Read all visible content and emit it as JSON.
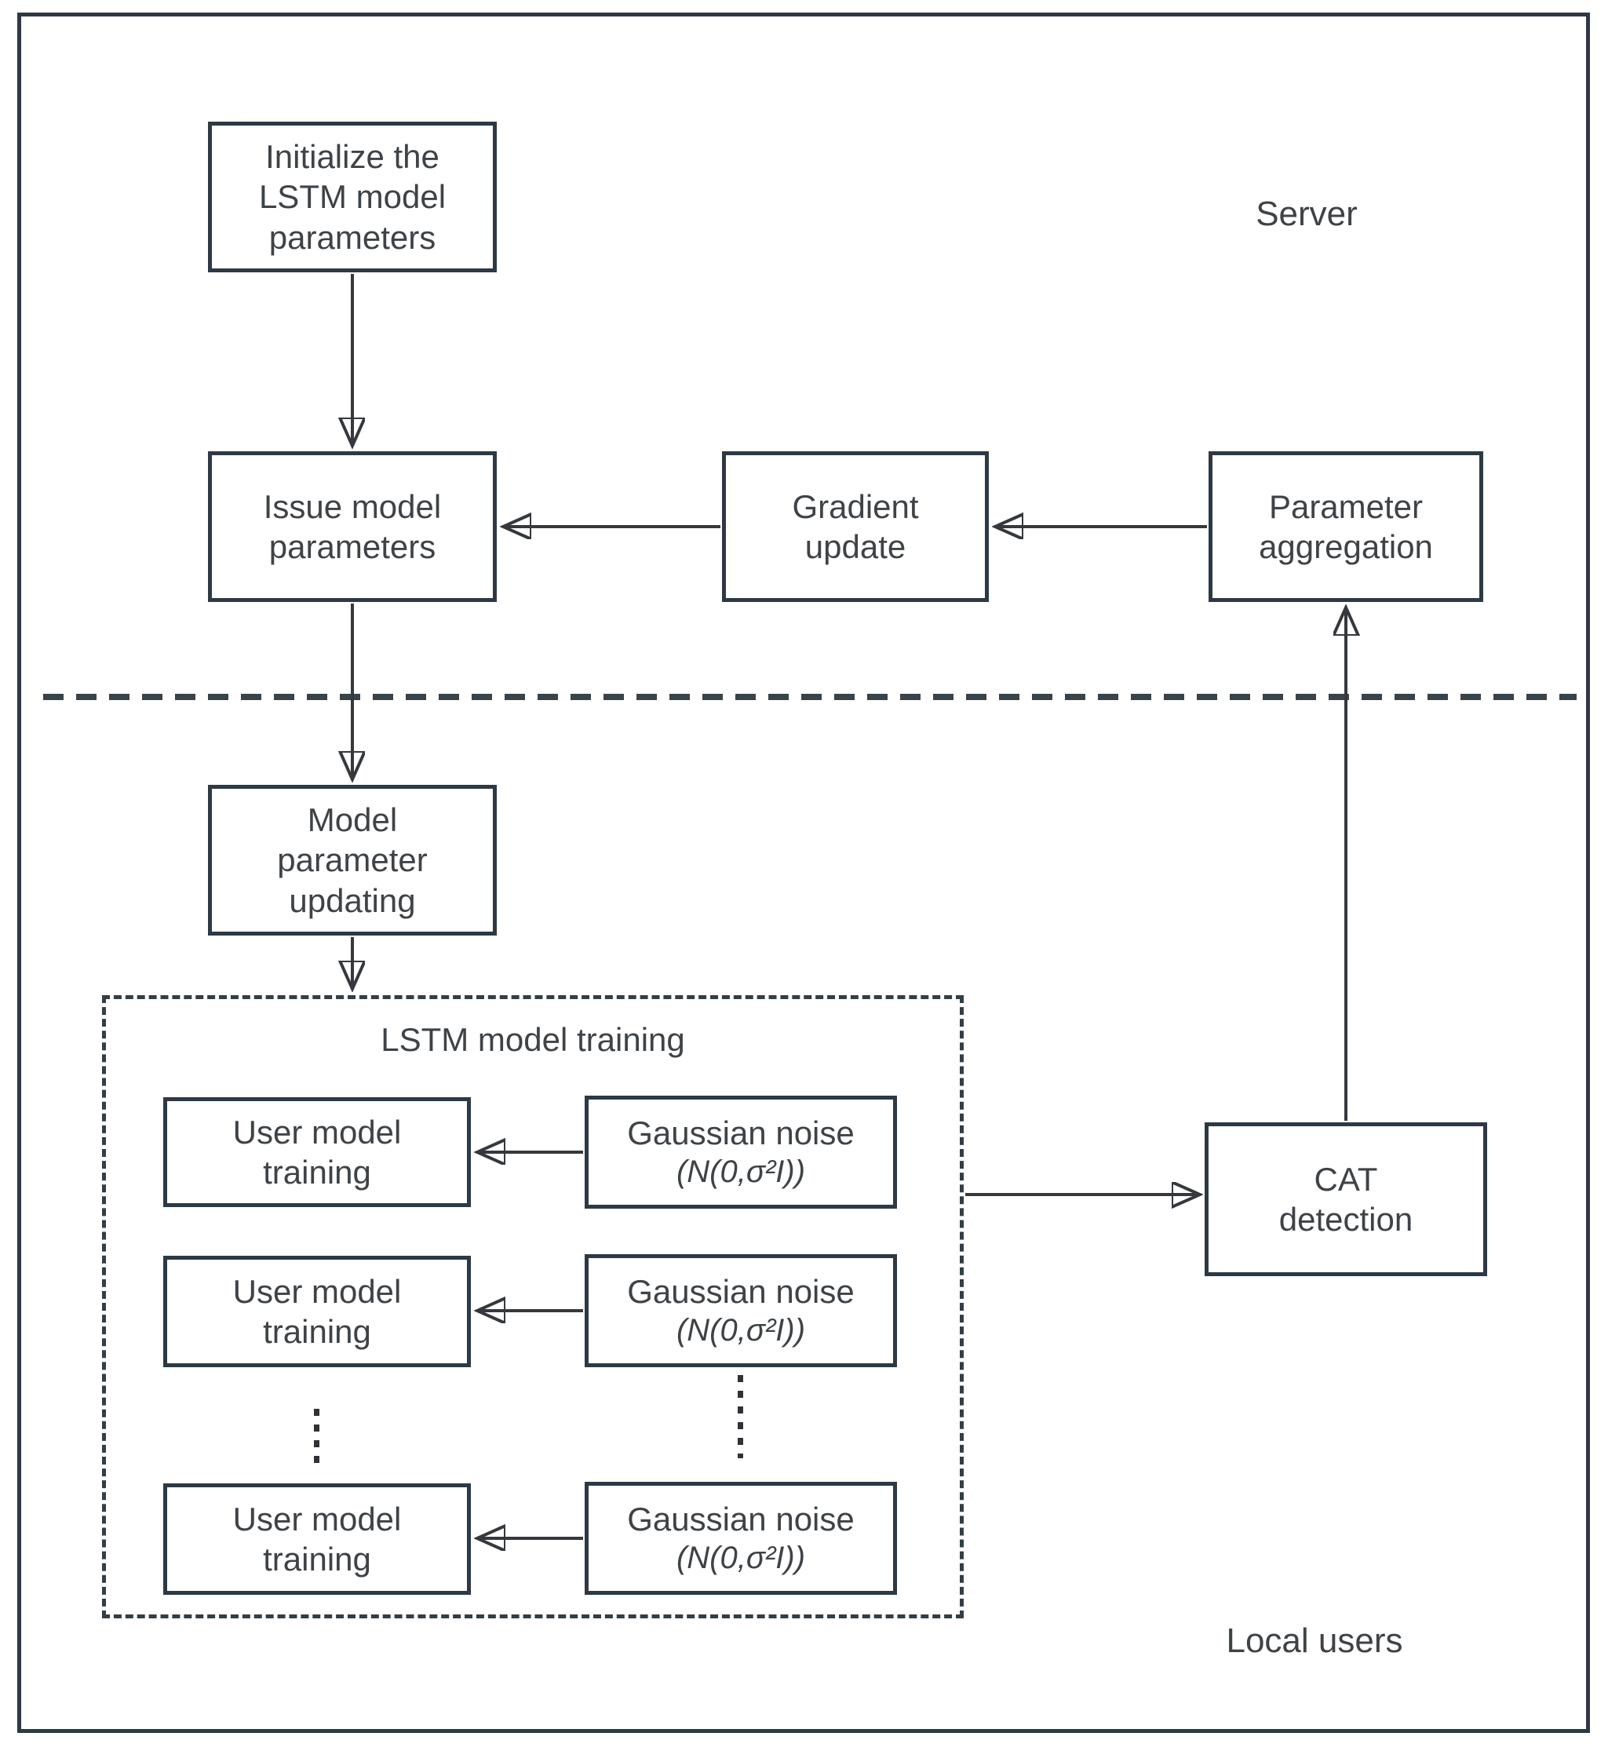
{
  "colors": {
    "border": "#2d3944",
    "line": "#35393d",
    "arrowhead": "#24272a",
    "text": "#3e4347",
    "background": "#ffffff"
  },
  "server_section": {
    "label": "Server"
  },
  "local_section": {
    "label": "Local users"
  },
  "nodes": {
    "init": {
      "line1": "Initialize the",
      "line2": "LSTM model",
      "line3": "parameters"
    },
    "issue": {
      "line1": "Issue model",
      "line2": "parameters"
    },
    "gradient": {
      "line1": "Gradient",
      "line2": "update"
    },
    "aggregation": {
      "line1": "Parameter",
      "line2": "aggregation"
    },
    "model_update": {
      "line1": "Model",
      "line2": "parameter",
      "line3": "updating"
    },
    "cat": {
      "line1": "CAT",
      "line2": "detection"
    }
  },
  "training_group": {
    "title": "LSTM model training",
    "user_box": {
      "line1": "User model",
      "line2": "training"
    },
    "noise_box": {
      "line1": "Gaussian noise",
      "line2": "(N(0,σ²I))"
    }
  }
}
